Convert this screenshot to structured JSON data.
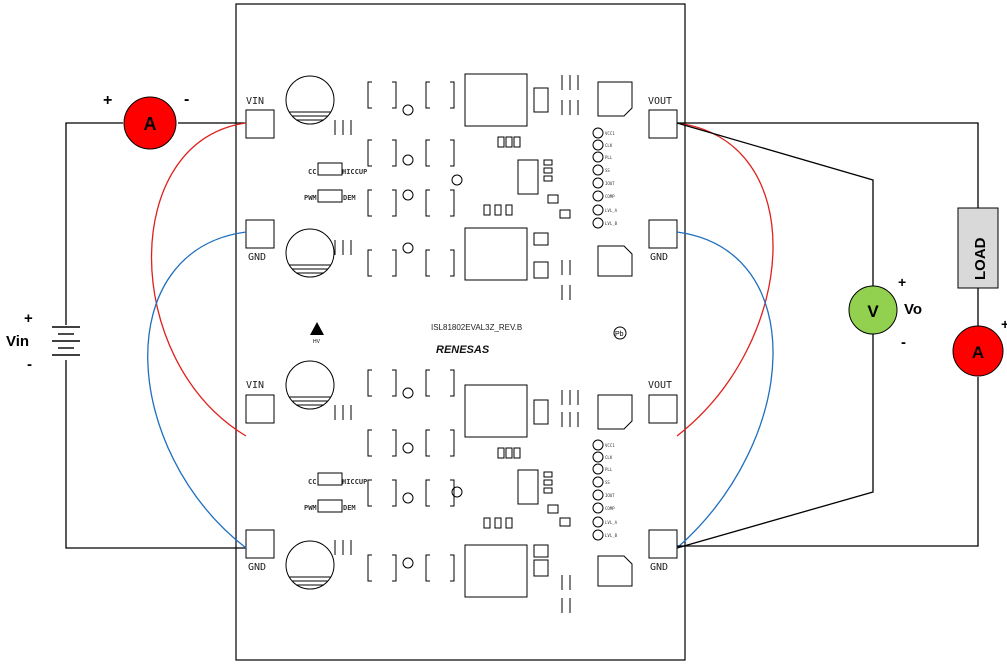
{
  "board": {
    "title": "ISL81802EVAL3Z_REV.B",
    "brand": "RENESAS",
    "pb_mark": "Pb",
    "hv_mark": "HV",
    "pads": {
      "vin_top": "VIN",
      "gnd_top_left": "GND",
      "vout_top": "VOUT",
      "gnd_top_right": "GND",
      "vin_bottom": "VIN",
      "gnd_bottom_left": "GND",
      "vout_bottom": "VOUT",
      "gnd_bottom_right": "GND"
    },
    "silk": {
      "cc": "CC",
      "hiccup": "HICCUP",
      "pwm": "PWM",
      "dem": "DEM",
      "tp_labels": [
        "VCC1",
        "CLK",
        "PLL",
        "SS",
        "IOUT",
        "COMP",
        "LVL_A",
        "LVL_B"
      ]
    }
  },
  "instruments": {
    "ammeter_in": {
      "symbol": "A",
      "plus": "+",
      "minus": "-"
    },
    "ammeter_out": {
      "symbol": "A",
      "plus": "+"
    },
    "voltmeter": {
      "symbol": "V",
      "plus": "+",
      "minus": "-",
      "label": "Vo"
    },
    "source": {
      "label": "Vin",
      "plus": "+",
      "minus": "-"
    },
    "load": {
      "label": "LOAD"
    }
  },
  "colors": {
    "ammeter": "#ff0000",
    "voltmeter": "#92d050",
    "load_fill": "#d9d9d9",
    "wire_red": "#e0201c",
    "wire_blue": "#1f6fbf",
    "wire_black": "#000000"
  }
}
